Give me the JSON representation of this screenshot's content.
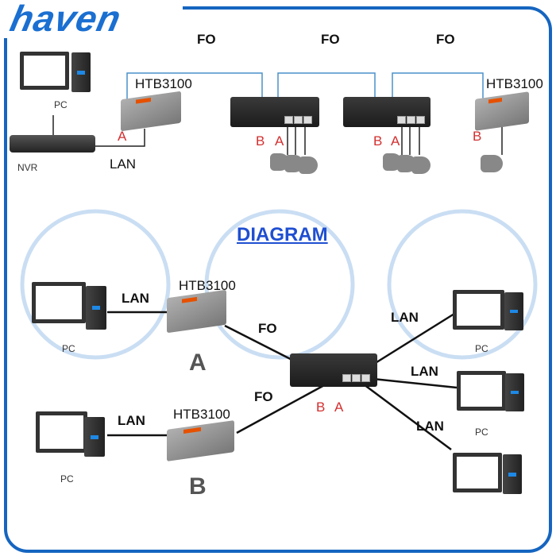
{
  "brand": "haven",
  "title": "DIAGRAM",
  "top": {
    "fo_labels": [
      "FO",
      "FO",
      "FO"
    ],
    "pc_label": "PC",
    "nvr_label": "NVR",
    "lan_label": "LAN",
    "converter_left": "HTB3100",
    "converter_right": "HTB3100",
    "port_labels": {
      "left_a": "A",
      "sw1_b": "B",
      "sw1_a": "A",
      "sw2_b": "B",
      "sw2_a": "A",
      "right_b": "B"
    }
  },
  "bottom": {
    "left_pc_top": "PC",
    "left_pc_bottom": "PC",
    "lan_top": "LAN",
    "lan_bottom": "LAN",
    "converter_a": "HTB3100",
    "converter_b": "HTB3100",
    "big_a": "A",
    "big_b": "B",
    "fo_top": "FO",
    "fo_bottom": "FO",
    "switch_b": "B",
    "switch_a": "A",
    "right_lans": [
      "LAN",
      "LAN",
      "LAN"
    ],
    "right_pcs": [
      "PC",
      "PC"
    ]
  },
  "colors": {
    "brand": "#1565c0",
    "port_label": "#d32f2f",
    "fiber": "#4a90c8"
  }
}
